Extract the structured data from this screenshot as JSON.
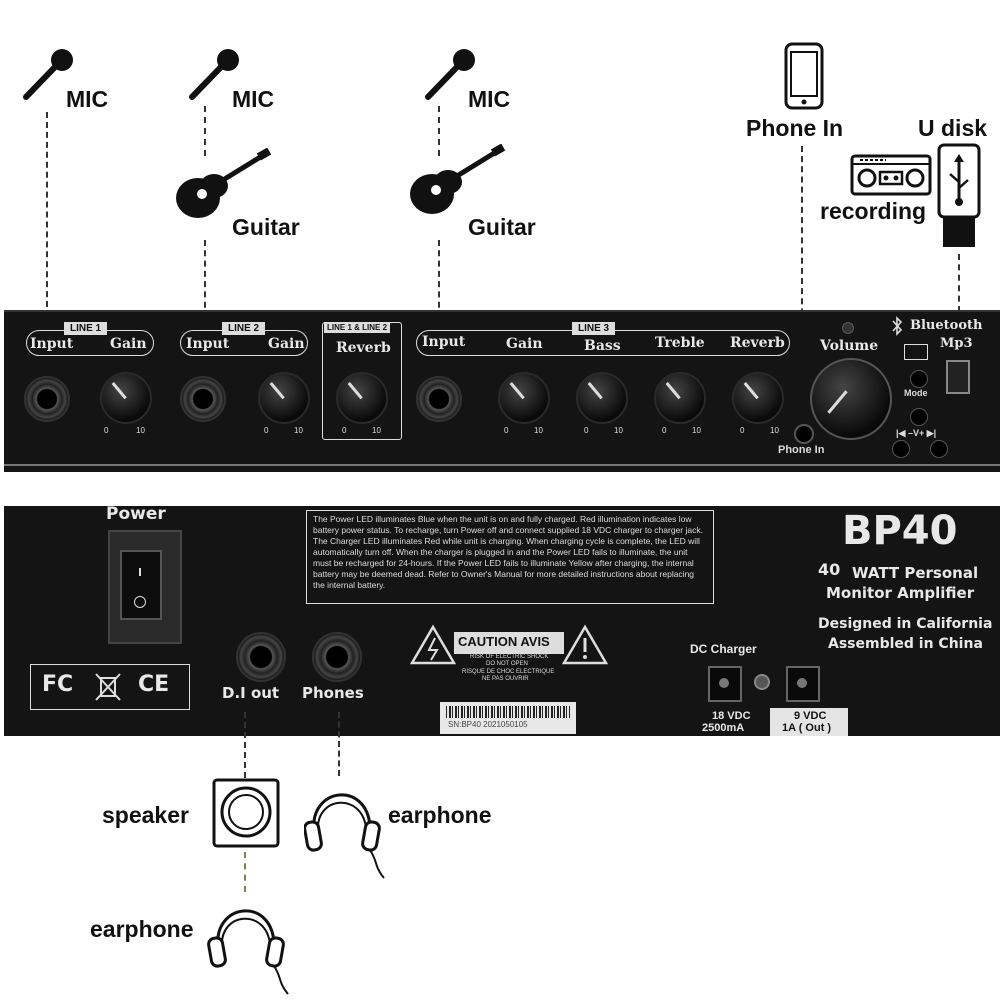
{
  "top_labels": {
    "mic_1": "MIC",
    "mic_2": "MIC",
    "mic_3": "MIC",
    "guitar_2": "Guitar",
    "guitar_3": "Guitar",
    "phone_in": "Phone In",
    "u_disk": "U disk",
    "recording": "recording"
  },
  "front_panel": {
    "line1_tag": "LINE 1",
    "line2_tag": "LINE 2",
    "line12_tag": "LINE 1 & LINE 2",
    "line3_tag": "LINE 3",
    "input_1": "Input",
    "gain_1": "Gain",
    "input_2": "Input",
    "gain_2": "Gain",
    "reverb_12": "Reverb",
    "input_3": "Input",
    "gain_3": "Gain",
    "bass": "Bass",
    "treble": "Treble",
    "reverb_3": "Reverb",
    "volume": "Volume",
    "bluetooth": "Bluetooth",
    "mp3": "Mp3",
    "mode": "Mode",
    "vol_buttons": "|◀ –V+ ▶|",
    "phone_in": "Phone In",
    "scale_min": "0",
    "scale_max": "10"
  },
  "rear_panel": {
    "power": "Power",
    "warning_text": "The Power LED illuminates Blue when the unit is on and fully charged. Red illumination indicates low battery power status. To recharge, turn Power off and connect supplied 18 VDC charger to charger jack. The Charger LED illuminates Red while unit is charging. When charging cycle is complete, the LED will automatically turn off. When the charger is plugged in and the Power LED fails to illuminate, the unit must be recharged for 24-hours. If the Power LED fails to illuminate Yellow after charging, the internal battery may be deemed dead. Refer to Owner's Manual for more detailed instructions about replacing the internal battery.",
    "model": "BP40",
    "watt": "40",
    "subtitle_1": "WATT Personal",
    "subtitle_2": "Monitor Amplifier",
    "designed": "Designed in California",
    "assembled": "Assembled in China",
    "di_out": "D.I out",
    "phones": "Phones",
    "caution": "CAUTION AVIS",
    "caution_small_1": "RISK OF ELECTRIC SHOCK",
    "caution_small_2": "DO NOT OPEN",
    "caution_small_3": "RISQUE DE CHOC ELECTRIQUE",
    "caution_small_4": "NE PAS OUVRIR",
    "serial": "SN:BP40 2021050105",
    "dc_charger": "DC Charger",
    "vdc18": "18 VDC",
    "ma2500": "2500mA",
    "vdc9": "9 VDC",
    "out1a": "1A ( Out )",
    "fc": "FC",
    "ce": "CE"
  },
  "bottom_labels": {
    "speaker": "speaker",
    "earphone_right": "earphone",
    "earphone_bottom": "earphone"
  },
  "colors": {
    "panel": "#141414",
    "dashed_green": "#6e8a4c"
  },
  "icons": [
    "microphone-icon",
    "guitar-icon",
    "smartphone-icon",
    "radio-recorder-icon",
    "usb-drive-icon",
    "speaker-icon",
    "headphones-icon",
    "bluetooth-icon",
    "fcc-icon",
    "weee-icon",
    "ce-icon",
    "warning-triangle-icon"
  ]
}
